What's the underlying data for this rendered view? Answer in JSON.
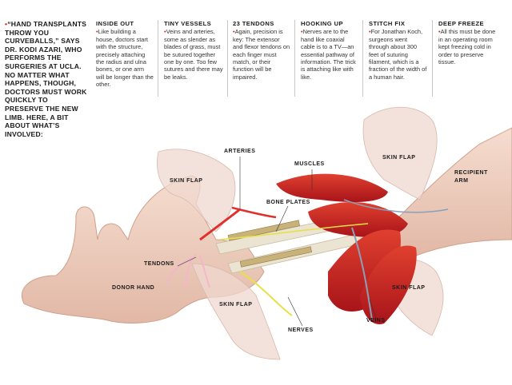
{
  "intro": {
    "text": "“HAND TRANSPLANTS THROW YOU CURVEBALLS,” SAYS DR. KODI AZARI, WHO PERFORMS THE SURGERIES AT UCLA. NO MATTER WHAT HAPPENS, THOUGH, DOCTORS MUST WORK QUICKLY TO PRESERVE THE NEW LIMB. HERE, A BIT ABOUT WHAT’S INVOLVED:"
  },
  "columns": [
    {
      "title": "INSIDE OUT",
      "text": "Like building a house, doctors start with the structure, precisely attaching the radius and ulna bones, or one arm will be longer than the other."
    },
    {
      "title": "TINY VESSELS",
      "text": "Veins and arteries, some as slender as blades of grass, must be sutured together one by one. Too few sutures and there may be leaks."
    },
    {
      "title": "23 TENDONS",
      "text": "Again, precision is key: The extensor and flexor tendons on each finger must match, or their function will be impaired."
    },
    {
      "title": "HOOKING UP",
      "text": "Nerves are to the hand like coaxial cable is to a TV—an essential pathway of information. The trick is attaching like with like."
    },
    {
      "title": "STITCH FIX",
      "text": "For Jonathan Koch, surgeons went through about 300 feet of suturing filament, which is a fraction of the width of a human hair."
    },
    {
      "title": "DEEP FREEZE",
      "text": "All this must be done in an operating room kept freezing cold in order to preserve tissue."
    }
  ],
  "labels": {
    "arteries": "ARTERIES",
    "muscles": "MUSCLES",
    "skin_flap_1": "SKIN FLAP",
    "skin_flap_2": "SKIN FLAP",
    "skin_flap_3": "SKIN FLAP",
    "skin_flap_4": "SKIN FLAP",
    "recipient_arm": "RECIPIENT ARM",
    "bone_plates": "BONE PLATES",
    "tendons": "TENDONS",
    "donor_hand": "DONOR HAND",
    "nerves": "NERVES",
    "veins": "VEINS"
  },
  "colors": {
    "skin": "#f2d6c6",
    "skin_shadow": "#d9b09c",
    "flap": "#efd8cf",
    "muscle": "#c8201e",
    "artery": "#e0302c",
    "nerve": "#e6e04a",
    "vein": "#8aa0b8",
    "tendon": "#f4b6c8",
    "bone": "#ece4d2",
    "plate": "#c9b27a"
  }
}
